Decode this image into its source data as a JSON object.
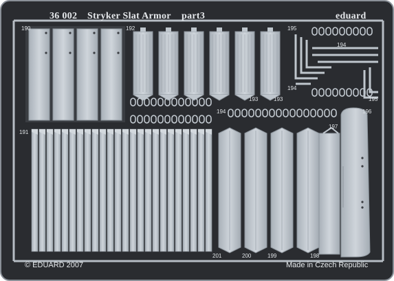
{
  "header": {
    "code": "36 002",
    "title": "Stryker Slat Armor",
    "part": "part3",
    "brand": "eduard"
  },
  "footer": {
    "copyright": "© EDUARD 2007",
    "origin": "Made in Czech Republic"
  },
  "part_numbers": {
    "p190": "190",
    "p191": "191",
    "p192": "192",
    "p193a": "193",
    "p193b": "193",
    "p194a": "194",
    "p194b": "194",
    "p194c": "194",
    "p195a": "195",
    "p195b": "195",
    "p196": "196",
    "p197": "197",
    "p198": "198",
    "p199": "199",
    "p200": "200",
    "p201": "201"
  },
  "colors": {
    "fret_background": "#2a2c30",
    "metal": "#bfc6cd",
    "metal_edge": "#8e969e",
    "text": "#e6e9ec"
  },
  "icons": [
    "slat-panel-icon",
    "chain-link-icon",
    "bracket-icon"
  ]
}
